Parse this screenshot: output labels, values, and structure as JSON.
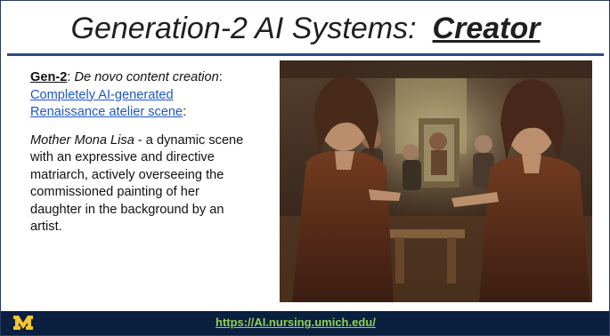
{
  "slide": {
    "title_main": "Generation-2  AI Systems:",
    "title_accent": "Creator"
  },
  "content": {
    "gen_label": "Gen-2",
    "intro_sep": ": ",
    "intro_italic": "De novo content creation",
    "intro_sep2": ": ",
    "link_text": "Completely AI-generated Renaissance atelier scene",
    "intro_end": ":",
    "desc_italic": "Mother Mona Lisa",
    "desc_rest": " - a dynamic scene with an expressive and directive matriarch, actively overseeing the commissioned painting of her daughter in the background by an artist."
  },
  "footer": {
    "url": "https://AI.nursing.umich.edu/",
    "logo_letter": "M",
    "accent_color": "#8fd14f",
    "bar_color": "#0b1f3f"
  },
  "image": {
    "subject": "renaissance-atelier-scene"
  }
}
